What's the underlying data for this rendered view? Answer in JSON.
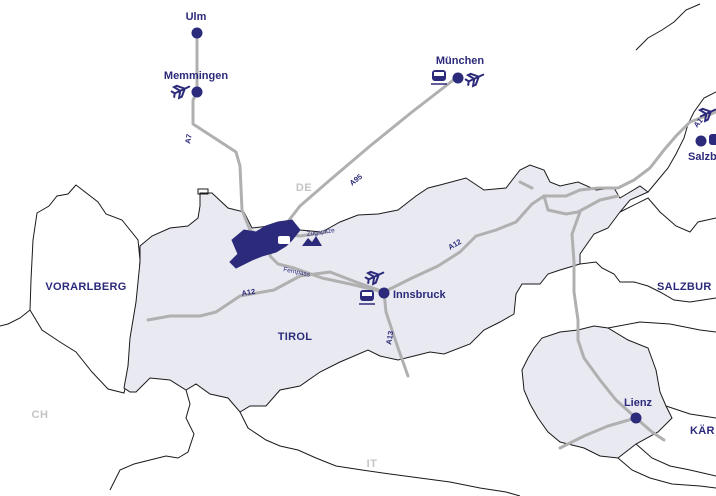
{
  "colors": {
    "region_fill": "#e9e9f2",
    "border_line": "#1a1a1a",
    "road": "#b0b0b0",
    "accent": "#2c2a7a",
    "zugspitze_area": "#2c2a7a",
    "country_label": "#c4c4c4"
  },
  "cities": {
    "ulm": "Ulm",
    "memmingen": "Memmingen",
    "muenchen": "München",
    "innsbruck": "Innsbruck",
    "lienz": "Lienz",
    "salzburg": "Salzb"
  },
  "regions": {
    "tirol": "TIROL",
    "vorarlberg": "VORARLBERG",
    "salzburg": "SALZBUR",
    "kaernten": "KÄR"
  },
  "countries": {
    "de": "DE",
    "ch": "CH",
    "it": "IT"
  },
  "roads": {
    "a7": "A7",
    "a95": "A95",
    "a12_east": "A12",
    "a12_west": "A12",
    "a13": "A13",
    "a1": "A1",
    "fernpass": "Fernpass",
    "zugspitze": "Zugspitze"
  },
  "icons": {
    "airport": "airplane-icon",
    "rail": "train-icon",
    "city": "city-dot"
  }
}
